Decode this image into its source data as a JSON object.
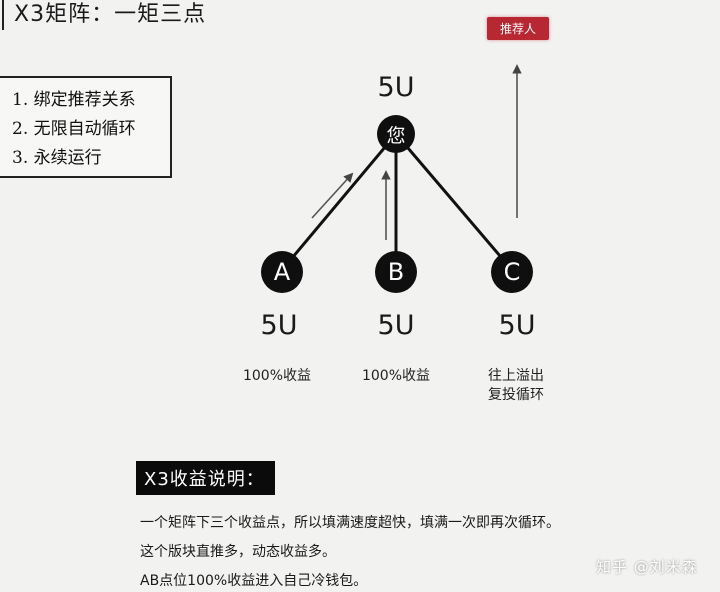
{
  "title": "X3矩阵：一矩三点",
  "rules": [
    "1. 绑定推荐关系",
    "2. 无限自动循环",
    "3. 永续运行"
  ],
  "referrer_badge": "推荐人",
  "top_node": {
    "label": "您",
    "amount": "5U"
  },
  "nodes": [
    {
      "label": "A",
      "amount": "5U",
      "note_lines": [
        "100%收益"
      ]
    },
    {
      "label": "B",
      "amount": "5U",
      "note_lines": [
        "100%收益"
      ]
    },
    {
      "label": "C",
      "amount": "5U",
      "note_lines": [
        "往上溢出",
        "复投循环"
      ]
    }
  ],
  "explanation": {
    "heading": "X3收益说明：",
    "lines": [
      "一个矩阵下三个收益点，所以填满速度超快，填满一次即再次循环。",
      "这个版块直推多，动态收益多。",
      "AB点位100%收益进入自己冷钱包。"
    ]
  },
  "watermark": "知乎 @刘米森",
  "colors": {
    "background": "#f2f2f1",
    "node": "#0f0f0f",
    "badge": "#b82833"
  }
}
